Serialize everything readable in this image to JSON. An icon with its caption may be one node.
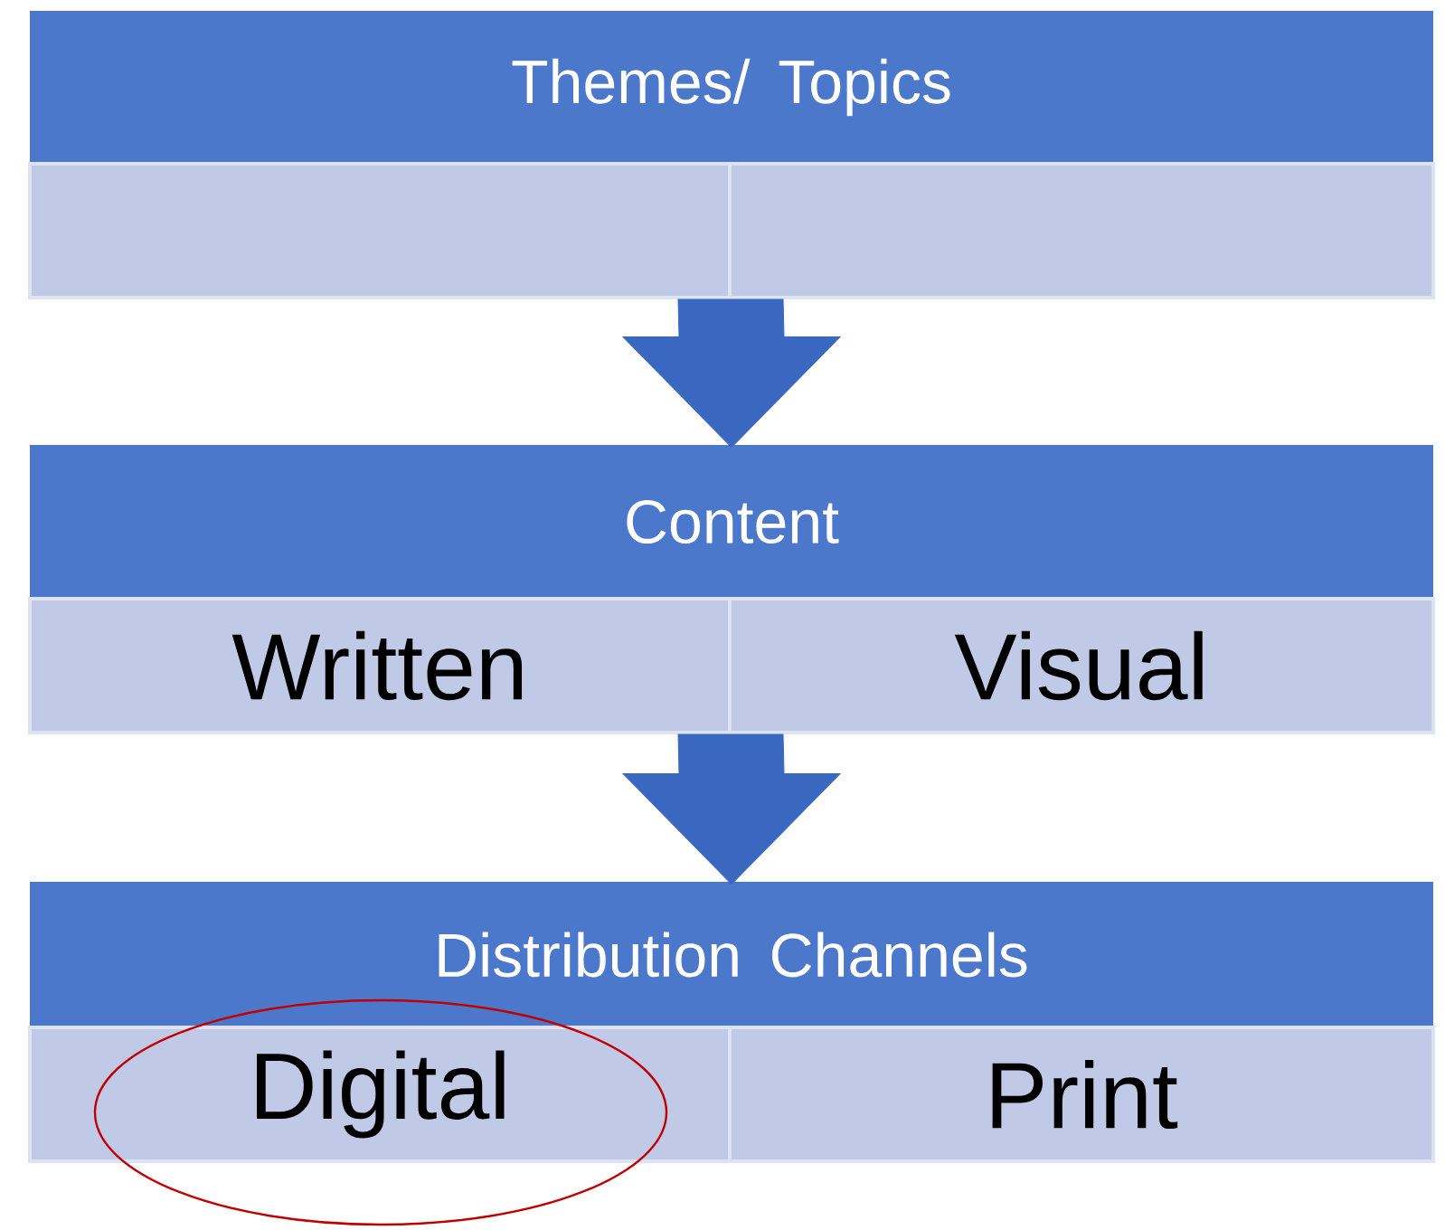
{
  "diagram": {
    "nodes": [
      {
        "text": [
          "Themes/ Topics"
        ]
      },
      {
        "text": [],
        "shape": "box"
      },
      {
        "text": [],
        "shape": "box"
      },
      {
        "text": [
          "Content"
        ]
      },
      {
        "text": [
          "Written"
        ]
      },
      {
        "text": [
          "Visual"
        ]
      },
      {
        "text": [
          "Distribution Channels"
        ]
      },
      {
        "text": [
          "Digital"
        ]
      },
      {
        "text": [
          "Print"
        ]
      }
    ],
    "edges": [
      {
        "from": 1,
        "to": 3,
        "arrow": "to"
      },
      {
        "from": 2,
        "to": 3,
        "arrow": "to"
      },
      {
        "from": 4,
        "to": 6,
        "arrow": "to"
      },
      {
        "from": 5,
        "to": 6,
        "arrow": "to"
      }
    ]
  }
}
